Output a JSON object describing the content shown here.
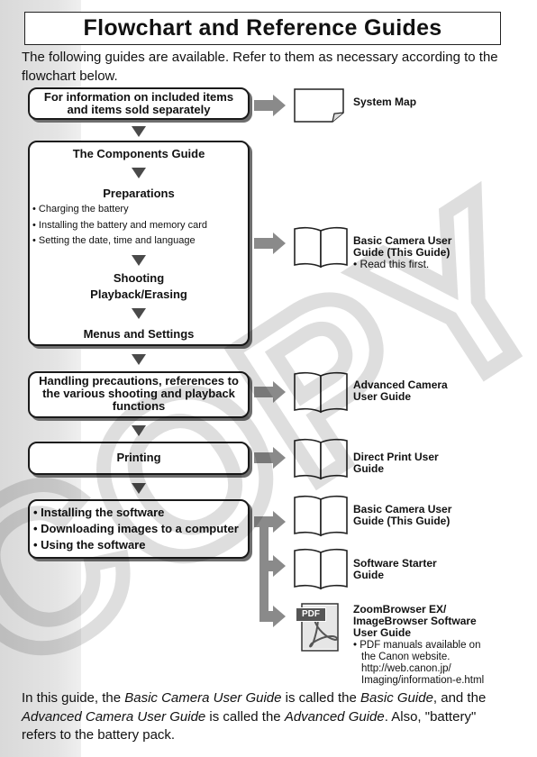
{
  "title": "Flowchart and Reference Guides",
  "intro": "The following guides are available. Refer to them as necessary according to the flowchart below.",
  "flow": {
    "box1": "For information on included items and items sold separately",
    "box2": {
      "heading": "The Components Guide",
      "preparations": "Preparations",
      "bullets": [
        "Charging the battery",
        "Installing the battery and memory card",
        "Setting the date, time and language"
      ],
      "shooting": "Shooting",
      "playback": "Playback/Erasing",
      "menus": "Menus and Settings"
    },
    "box3": "Handling precautions, references to the various shooting and playback functions",
    "box4": "Printing",
    "box5": [
      "Installing the software",
      "Downloading images to a computer",
      "Using the software"
    ]
  },
  "guides": {
    "system_map": "System Map",
    "basic_line1": "Basic Camera User",
    "basic_line2": "Guide (This Guide)",
    "basic_note": "Read this first.",
    "advanced_line1": "Advanced Camera",
    "advanced_line2": "User Guide",
    "direct_line1": "Direct Print User",
    "direct_line2": "Guide",
    "basic2_line1": "Basic Camera User",
    "basic2_line2": "Guide (This Guide)",
    "starter_line1": "Software Starter",
    "starter_line2": "Guide",
    "zoom_line1": "ZoomBrowser EX/",
    "zoom_line2": "ImageBrowser Software",
    "zoom_line3": "User Guide",
    "zoom_note1": "PDF manuals available on",
    "zoom_note2": "the Canon website.",
    "zoom_note3": "http://web.canon.jp/",
    "zoom_note4": "Imaging/information-e.html",
    "pdf_badge": "PDF"
  },
  "outro": {
    "p1": "In this guide, the ",
    "basic_full": "Basic Camera User Guide",
    "p2": " is called the ",
    "basic_short": "Basic Guide",
    "p3": ", and the ",
    "advanced_full": "Advanced Camera User Guide",
    "p4": " is called the ",
    "advanced_short": "Advanced Guide",
    "p5": ". Also, \"battery\" refers to the battery pack."
  },
  "watermark": "COPY",
  "colors": {
    "arrow_gray": "#8a8a8a",
    "down_arrow": "#4a4a4a",
    "left_band": "#dcdcdc"
  }
}
